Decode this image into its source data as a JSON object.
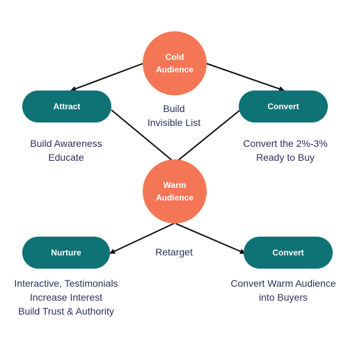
{
  "colors": {
    "circle": "#f47656",
    "pill": "#0f7275",
    "text": "#2b2f5b",
    "arrow": "#111111"
  },
  "nodes": {
    "cold_audience": {
      "line1": "Cold",
      "line2": "Audience"
    },
    "attract": "Attract",
    "convert_top": "Convert",
    "warm_audience": {
      "line1": "Warm",
      "line2": "Audience"
    },
    "nurture": "Nurture",
    "convert_bottom": "Convert"
  },
  "labels": {
    "build_invisible_list": {
      "line1": "Build",
      "line2": "Invisible List"
    },
    "attract_desc": {
      "line1": "Build Awareness",
      "line2": "Educate"
    },
    "convert_top_desc": {
      "line1": "Convert the 2%-3%",
      "line2": "Ready to Buy"
    },
    "retarget": "Retarget",
    "nurture_desc": {
      "line1": "Interactive, Testimonials",
      "line2": "Increase Interest",
      "line3": "Build Trust & Authority"
    },
    "convert_bottom_desc": {
      "line1": "Convert Warm Audience",
      "line2": "into Buyers"
    }
  }
}
